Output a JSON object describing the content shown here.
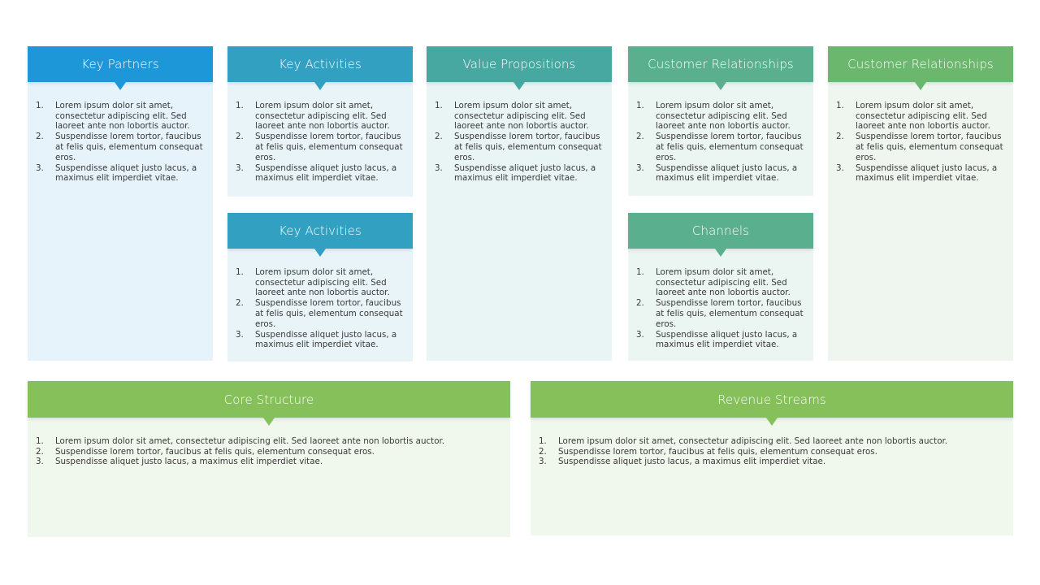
{
  "colors": {
    "blue": "#1e97d8",
    "teal_blue": "#32a0c0",
    "teal": "#47a8a1",
    "green_teal": "#5ab08e",
    "green": "#6ab76d",
    "light_green": "#86c05a",
    "body_blue": "#e6f3fb",
    "body_teal_blue": "#e8f4f8",
    "body_teal": "#e9f4f4",
    "body_green_teal": "#ebf5f1",
    "body_green": "#eef6ef",
    "body_light_green": "#f0f7ec"
  },
  "blocks": {
    "key_partners": {
      "title": "Key Partners",
      "items": [
        {
          "num": "1.",
          "text": "Lorem ipsum dolor sit amet, consectetur adipiscing elit. Sed laoreet ante non lobortis auctor."
        },
        {
          "num": "2.",
          "text": "Suspendisse lorem tortor, faucibus at felis quis, elementum consequat eros."
        },
        {
          "num": "3.",
          "text": "Suspendisse aliquet justo lacus, a maximus elit imperdiet vitae."
        }
      ]
    },
    "key_activities_1": {
      "title": "Key Activities",
      "items": [
        {
          "num": "1.",
          "text": "Lorem ipsum dolor sit amet, consectetur adipiscing elit. Sed laoreet ante non lobortis auctor."
        },
        {
          "num": "2.",
          "text": "Suspendisse lorem tortor, faucibus at felis quis, elementum consequat eros."
        },
        {
          "num": "3.",
          "text": "Suspendisse aliquet justo lacus, a maximus elit imperdiet vitae."
        }
      ]
    },
    "key_activities_2": {
      "title": "Key Activities",
      "items": [
        {
          "num": "1.",
          "text": "Lorem ipsum dolor sit amet, consectetur adipiscing elit. Sed laoreet ante non lobortis auctor."
        },
        {
          "num": "2.",
          "text": "Suspendisse lorem tortor, faucibus at felis quis, elementum consequat eros."
        },
        {
          "num": "3.",
          "text": "Suspendisse aliquet justo lacus, a maximus elit imperdiet vitae."
        }
      ]
    },
    "value_propositions": {
      "title": "Value Propositions",
      "items": [
        {
          "num": "1.",
          "text": "Lorem ipsum dolor sit amet, consectetur adipiscing elit. Sed laoreet ante non lobortis auctor."
        },
        {
          "num": "2.",
          "text": "Suspendisse lorem tortor, faucibus at felis quis, elementum consequat eros."
        },
        {
          "num": "3.",
          "text": "Suspendisse aliquet justo lacus, a maximus elit imperdiet vitae."
        }
      ]
    },
    "customer_relationships_1": {
      "title": "Customer Relationships",
      "items": [
        {
          "num": "1.",
          "text": "Lorem ipsum dolor sit amet, consectetur adipiscing elit. Sed laoreet ante non lobortis auctor."
        },
        {
          "num": "2.",
          "text": "Suspendisse lorem tortor, faucibus at felis quis, elementum consequat eros."
        },
        {
          "num": "3.",
          "text": "Suspendisse aliquet justo lacus, a maximus elit imperdiet vitae."
        }
      ]
    },
    "channels": {
      "title": "Channels",
      "items": [
        {
          "num": "1.",
          "text": "Lorem ipsum dolor sit amet, consectetur adipiscing elit. Sed laoreet ante non lobortis auctor."
        },
        {
          "num": "2.",
          "text": "Suspendisse lorem tortor, faucibus at felis quis, elementum consequat eros."
        },
        {
          "num": "3.",
          "text": "Suspendisse aliquet justo lacus, a maximus elit imperdiet vitae."
        }
      ]
    },
    "customer_relationships_2": {
      "title": "Customer Relationships",
      "items": [
        {
          "num": "1.",
          "text": "Lorem ipsum dolor sit amet, consectetur adipiscing elit. Sed laoreet ante non lobortis auctor."
        },
        {
          "num": "2.",
          "text": "Suspendisse lorem tortor, faucibus at felis quis, elementum consequat eros."
        },
        {
          "num": "3.",
          "text": "Suspendisse aliquet justo lacus, a maximus elit imperdiet vitae."
        }
      ]
    },
    "core_structure": {
      "title": "Core Structure",
      "items": [
        {
          "num": "1.",
          "text": "Lorem ipsum dolor sit amet, consectetur adipiscing elit. Sed laoreet ante non lobortis auctor."
        },
        {
          "num": "2.",
          "text": "Suspendisse lorem tortor, faucibus at felis quis, elementum consequat eros."
        },
        {
          "num": "3.",
          "text": "Suspendisse aliquet justo lacus, a maximus elit imperdiet vitae."
        }
      ]
    },
    "revenue_streams": {
      "title": "Revenue Streams",
      "items": [
        {
          "num": "1.",
          "text": "Lorem ipsum dolor sit amet, consectetur adipiscing elit. Sed laoreet ante non lobortis auctor."
        },
        {
          "num": "2.",
          "text": "Suspendisse lorem tortor, faucibus at felis quis, elementum consequat eros."
        },
        {
          "num": "3.",
          "text": "Suspendisse aliquet justo lacus, a maximus elit imperdiet vitae."
        }
      ]
    }
  }
}
